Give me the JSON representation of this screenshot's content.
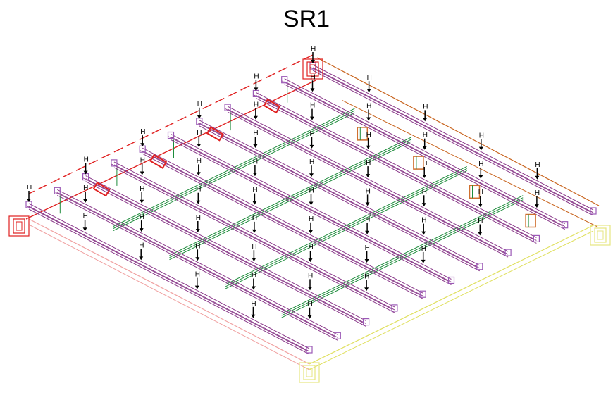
{
  "title": "SR1",
  "hanger_label": "H",
  "colors": {
    "joist": "#8a3a8a",
    "joist_end": "#9b59b6",
    "bridging": "#1e8c3c",
    "hanger": "#000000",
    "back_left_edge": "#e02020",
    "back_right_edge": "#c8641e",
    "front_left_edge": "#f0a0a0",
    "front_right_edge": "#e0e060",
    "corner_post_red": "#e02020",
    "corner_post_yellow": "#e6e680",
    "bracket_orange": "#d07030"
  },
  "icons": [
    "joist",
    "hanger-arrow",
    "bridging-line",
    "corner-post",
    "beam-bracket"
  ]
}
